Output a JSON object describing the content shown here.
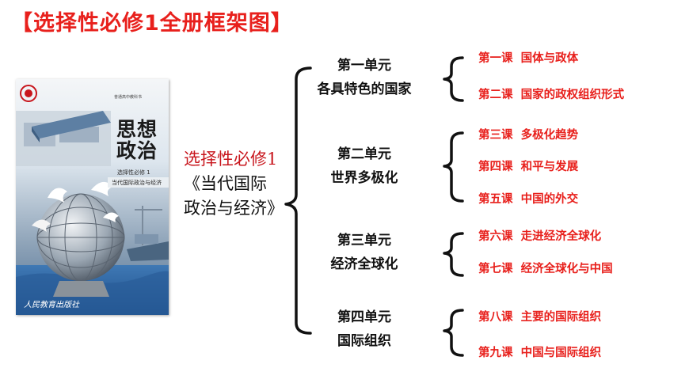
{
  "title": "【选择性必修1全册框架图】",
  "book": {
    "cover": {
      "series": "普通高中教科书",
      "title_line1": "思想",
      "title_line2": "政治",
      "volume": "选择性必修 1",
      "subtitle": "当代国际政治与经济",
      "publisher": "人民教育出版社"
    },
    "label_red": "选择性必修1",
    "label_black": "《当代国际政治与经济》"
  },
  "units": [
    {
      "line1": "第一单元",
      "line2": "各具特色的国家"
    },
    {
      "line1": "第二单元",
      "line2": "世界多极化"
    },
    {
      "line1": "第三单元",
      "line2": "经济全球化"
    },
    {
      "line1": "第四单元",
      "line2": "国际组织"
    }
  ],
  "lessons": [
    {
      "num": "第一课",
      "name": "国体与政体"
    },
    {
      "num": "第二课",
      "name": "国家的政权组织形式"
    },
    {
      "num": "第三课",
      "name": "多极化趋势"
    },
    {
      "num": "第四课",
      "name": "和平与发展"
    },
    {
      "num": "第五课",
      "name": "中国的外交"
    },
    {
      "num": "第六课",
      "name": "走进经济全球化"
    },
    {
      "num": "第七课",
      "name": "经济全球化与中国"
    },
    {
      "num": "第八课",
      "name": "主要的国际组织"
    },
    {
      "num": "第九课",
      "name": "中国与国际组织"
    }
  ],
  "colors": {
    "accent": "#e8201c",
    "text": "#111111"
  }
}
